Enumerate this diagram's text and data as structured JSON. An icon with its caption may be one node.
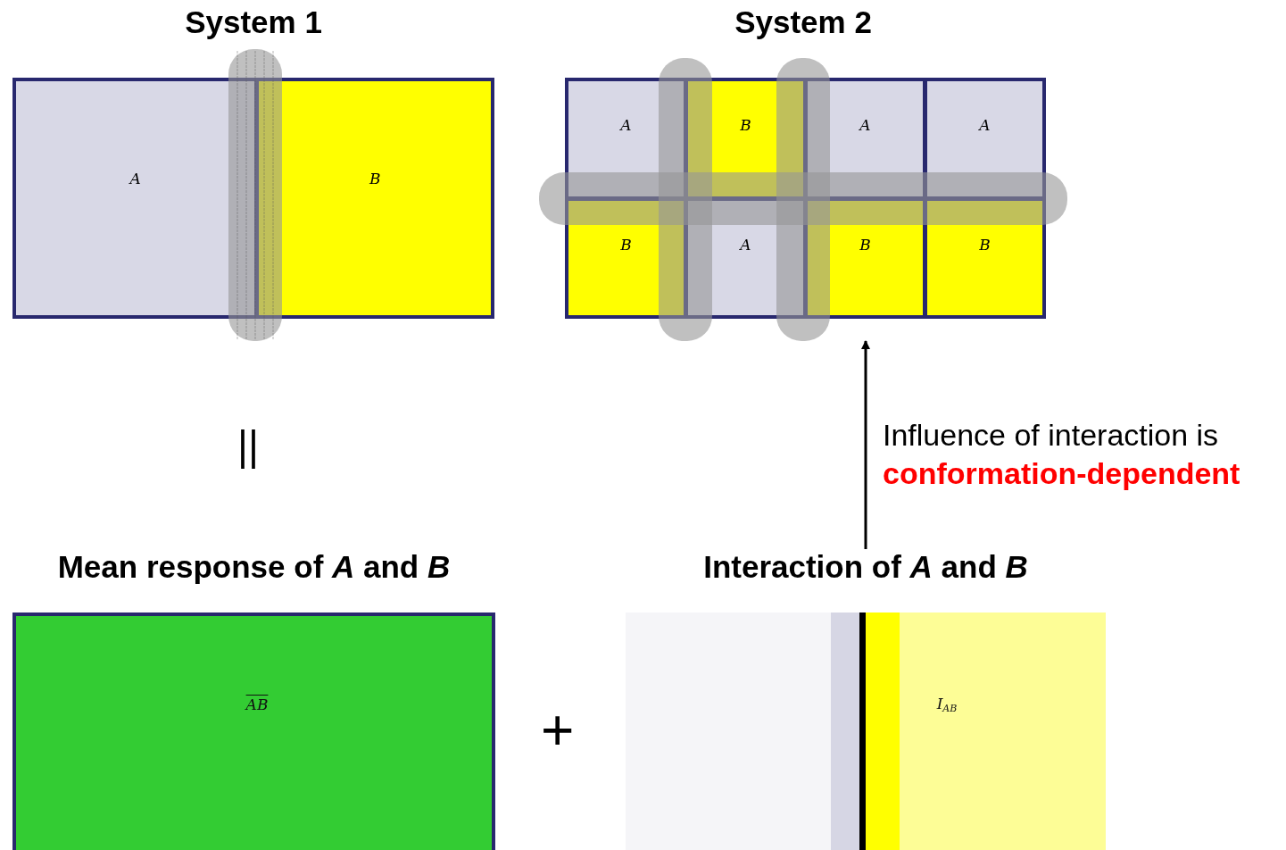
{
  "diagram": {
    "nodes": [
      {
        "text": [
          "System 1"
        ]
      },
      {
        "text": [
          "A"
        ],
        "in": 0
      },
      {
        "text": [
          "B"
        ],
        "in": 0
      },
      {
        "text": [
          "System 2"
        ]
      },
      {
        "text": [
          "A"
        ],
        "in": 3
      },
      {
        "text": [
          "B"
        ],
        "in": 3
      },
      {
        "text": [
          "A"
        ],
        "in": 3
      },
      {
        "text": [
          "A"
        ],
        "in": 3
      },
      {
        "text": [
          "B"
        ],
        "in": 3
      },
      {
        "text": [
          "A"
        ],
        "in": 3
      },
      {
        "text": [
          "B"
        ],
        "in": 3
      },
      {
        "text": [
          "B"
        ],
        "in": 3
      },
      {
        "text": [
          "Mean response of *A* and *B*",
          "AB"
        ]
      },
      {
        "text": [
          "Interaction of *A* and *B*",
          "I$_{AB}$"
        ]
      }
    ],
    "edges": [
      {
        "from": 13,
        "to": 3,
        "arrow": "to",
        "label": "Influence of interaction is **conformation-dependent**"
      }
    ],
    "labels": [
      "||",
      "+"
    ]
  }
}
